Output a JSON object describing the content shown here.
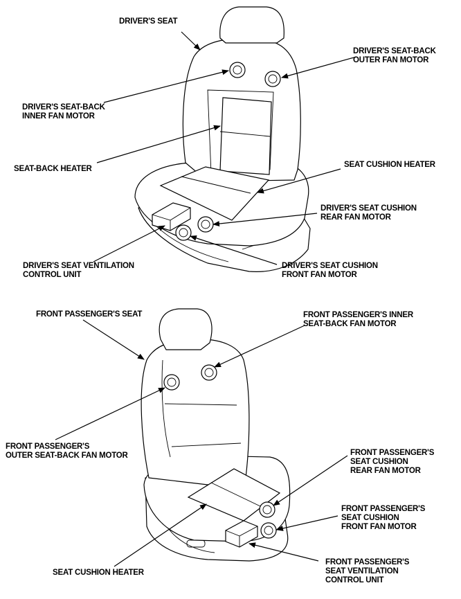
{
  "driver": {
    "seat_label": "DRIVER'S SEAT",
    "outer_fan": [
      "DRIVER'S SEAT-BACK",
      "OUTER FAN MOTOR"
    ],
    "inner_fan": [
      "DRIVER'S SEAT-BACK",
      "INNER FAN MOTOR"
    ],
    "back_heater": "SEAT-BACK HEATER",
    "cushion_heater": "SEAT CUSHION HEATER",
    "rear_fan": [
      "DRIVER'S SEAT CUSHION",
      "REAR FAN MOTOR"
    ],
    "control_unit": [
      "DRIVER'S SEAT VENTILATION",
      "CONTROL UNIT"
    ],
    "front_fan": [
      "DRIVER'S SEAT CUSHION",
      "FRONT FAN MOTOR"
    ]
  },
  "passenger": {
    "seat_label": "FRONT PASSENGER'S SEAT",
    "inner_fan": [
      "FRONT PASSENGER'S INNER",
      "SEAT-BACK FAN MOTOR"
    ],
    "outer_fan": [
      "FRONT PASSENGER'S",
      "OUTER SEAT-BACK FAN MOTOR"
    ],
    "rear_fan": [
      "FRONT PASSENGER'S",
      "SEAT CUSHION",
      "REAR FAN MOTOR"
    ],
    "front_fan": [
      "FRONT PASSENGER'S",
      "SEAT CUSHION",
      "FRONT FAN MOTOR"
    ],
    "cushion_heater": "SEAT CUSHION HEATER",
    "control_unit": [
      "FRONT PASSENGER'S",
      "SEAT VENTILATION",
      "CONTROL UNIT"
    ]
  }
}
